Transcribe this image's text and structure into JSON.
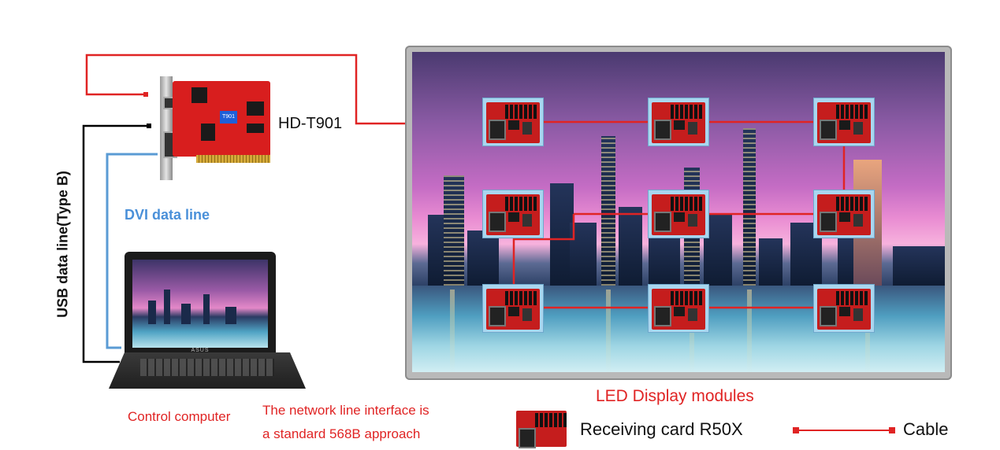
{
  "labels": {
    "sender_model": "HD-T901",
    "sender_chip": "T901",
    "dvi_line": "DVI data line",
    "usb_line": "USB data line(Type B)",
    "control_computer": "Control computer",
    "network_note_line1": "The network line interface is",
    "network_note_line2": "a standard 568B approach",
    "led_modules": "LED Display modules",
    "laptop_brand": "ASUS"
  },
  "legend": {
    "receiving_card": "Receiving card R50X",
    "cable": "Cable"
  },
  "colors": {
    "cable_red": "#e02424",
    "dvi_blue": "#5a9bd4",
    "usb_black": "#000000",
    "label_red": "#e02424",
    "label_blue": "#4a90d9"
  },
  "icons": [
    "pcie-sender-card-icon",
    "laptop-icon",
    "receiving-card-icon"
  ]
}
